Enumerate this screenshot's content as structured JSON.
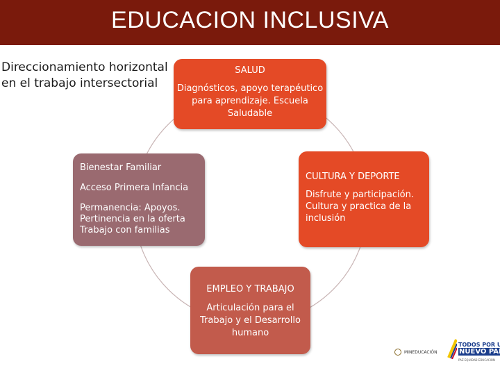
{
  "header": {
    "title": "EDUCACION INCLUSIVA"
  },
  "subtitle": "Direccionamiento horizontal en el trabajo intersectorial",
  "cycle": {
    "salud": {
      "head": "SALUD",
      "body": "Diagnósticos, apoyo terapéutico para aprendizaje. Escuela Saludable",
      "color": "#e44a26"
    },
    "cultura": {
      "head": "CULTURA Y DEPORTE",
      "body": "Disfrute y participación. Cultura y practica de la inclusión",
      "color": "#e44a26"
    },
    "empleo": {
      "head": "EMPLEO Y TRABAJO",
      "body": "Articulación para el Trabajo y el Desarrollo humano",
      "color": "#c25b4c"
    },
    "bienestar": {
      "head": "Bienestar Familiar",
      "line1": "Acceso Primera Infancia",
      "line2": "Permanencia: Apoyos. Pertinencia en la oferta Trabajo con familias",
      "color": "#9a6a70"
    }
  },
  "logos": {
    "mineducacion": "MINEDUCACIÓN",
    "gov_line1": "TODOS POR UN",
    "gov_line2": "NUEVO PAÍS",
    "gov_line3": "PAZ EQUIDAD EDUCACIÓN"
  },
  "colors": {
    "header_bg": "#7a1a0c",
    "connector": "#c8b4b4"
  }
}
